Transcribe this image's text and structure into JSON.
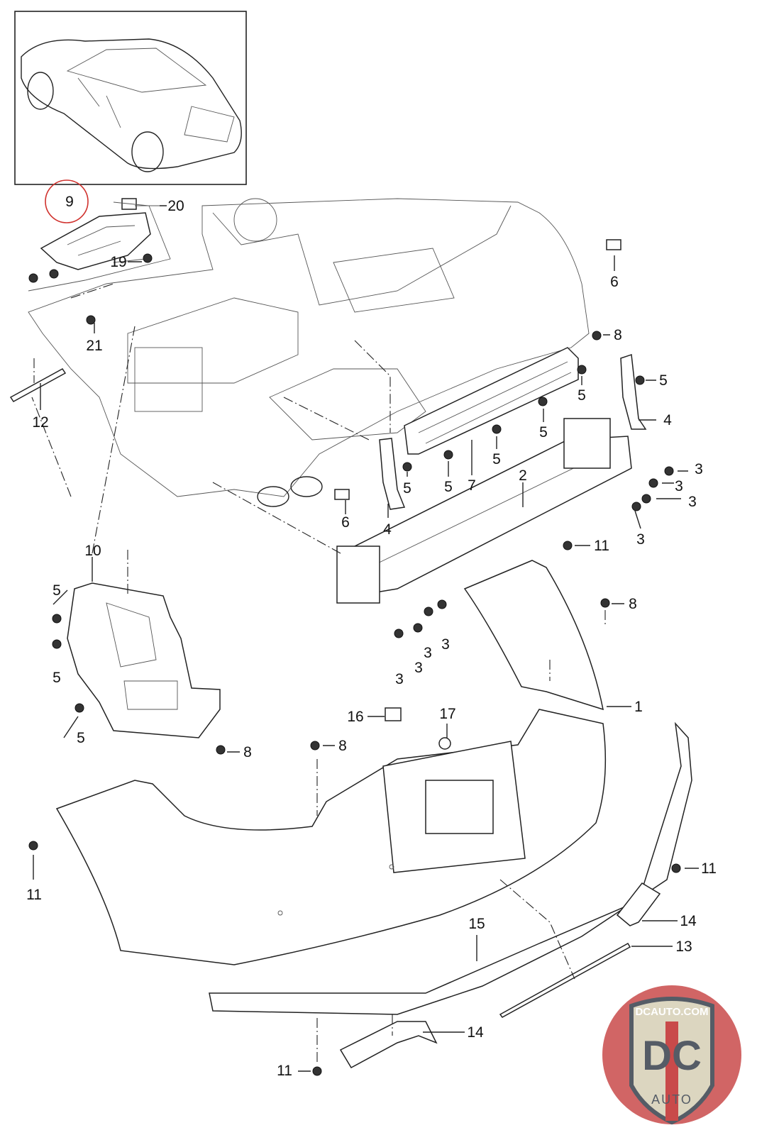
{
  "diagram": {
    "highlighted_part": "9",
    "highlight_color": "#d0312d",
    "callouts": [
      "9",
      "20",
      "19",
      "21",
      "12",
      "6",
      "8",
      "5",
      "4",
      "5",
      "5",
      "5",
      "7",
      "5",
      "5",
      "2",
      "3",
      "3",
      "3",
      "3",
      "4",
      "6",
      "11",
      "10",
      "5",
      "5",
      "5",
      "8",
      "3",
      "3",
      "3",
      "3",
      "1",
      "16",
      "17",
      "8",
      "8",
      "11",
      "11",
      "14",
      "15",
      "13",
      "14",
      "11"
    ]
  },
  "logo": {
    "text_top": "DCAUTO.COM",
    "text_main": "DC",
    "text_bottom": "AUTO",
    "colors": {
      "badge_red": "#c94a4a",
      "shield": "#dcd6c0",
      "letters": "#555c66"
    }
  }
}
